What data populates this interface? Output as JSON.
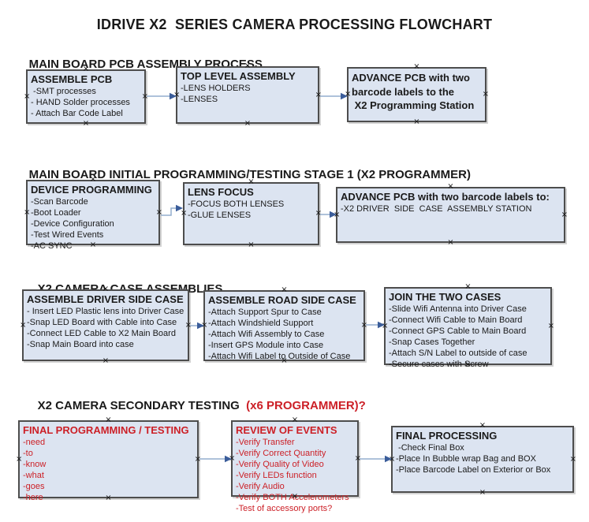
{
  "title": "IDRIVE X2  SERIES CAMERA PROCESSING FLOWCHART",
  "icons": {
    "anchor_glyph": "×"
  },
  "colors": {
    "box_fill": "#dce4f1",
    "box_border": "#4d4d4d",
    "arrow_line": "#94aecd",
    "arrow_head": "#3b5d9a",
    "red_text": "#cc2027",
    "text": "#1a1a1a",
    "background": "#ffffff"
  },
  "sections": [
    {
      "heading": "MAIN BOARD PCB ASSEMBLY PROCESS",
      "heading_red": "",
      "boxes": [
        {
          "title": "ASSEMBLE PCB",
          "items": [
            " -SMT processes",
            "- HAND Solder processes",
            "- Attach Bar Code Label"
          ]
        },
        {
          "title": "TOP LEVEL ASSEMBLY",
          "items": [
            "-LENS HOLDERS",
            "-LENSES"
          ]
        },
        {
          "title": "ADVANCE PCB with two\nbarcode labels to the\n X2 Programming Station",
          "items": []
        }
      ]
    },
    {
      "heading": "MAIN BOARD INITIAL PROGRAMMING/TESTING STAGE 1 (X2 PROGRAMMER)",
      "heading_red": "",
      "boxes": [
        {
          "title": "DEVICE PROGRAMMING",
          "items": [
            "-Scan Barcode",
            "-Boot Loader",
            "-Device Configuration",
            "-Test Wired Events",
            "-AC SYNC"
          ]
        },
        {
          "title": "LENS FOCUS",
          "items": [
            "-FOCUS BOTH LENSES",
            "-GLUE LENSES"
          ]
        },
        {
          "title": "ADVANCE PCB with two barcode labels to:",
          "items": [
            "-X2 DRIVER  SIDE  CASE  ASSEMBLY STATION"
          ]
        }
      ]
    },
    {
      "heading": "X2 CAMERA CASE ASSEMBLIES",
      "heading_red": "",
      "boxes": [
        {
          "title": "ASSEMBLE DRIVER SIDE CASE",
          "items": [
            "- Insert LED Plastic lens into Driver Case",
            "-Snap LED Board with Cable into Case",
            "-Connect LED Cable to X2 Main Board",
            "-Snap Main Board into case"
          ]
        },
        {
          "title": "ASSEMBLE ROAD SIDE CASE",
          "items": [
            "-Attach Support Spur to Case",
            "-Attach Windshield Support",
            "-Attach Wifi Assembly to Case",
            "-Insert GPS Module into Case",
            "-Attach Wifi Label to Outside of Case"
          ]
        },
        {
          "title": "JOIN THE TWO CASES",
          "items": [
            "-Slide Wifi Antenna into Driver Case",
            "-Connect Wifi Cable to Main Board",
            "-Connect GPS Cable to Main Board",
            "-Snap Cases Together",
            "-Attach S/N Label to outside of case",
            "-Secure cases with Screw"
          ]
        }
      ]
    },
    {
      "heading": "X2 CAMERA SECONDARY TESTING  ",
      "heading_red": "(x6 PROGRAMMER)?",
      "boxes": [
        {
          "title": "FINAL PROGRAMMING / TESTING",
          "items": [
            "-need",
            "-to",
            "-know",
            "-what",
            "-goes",
            "-here"
          ]
        },
        {
          "title": "REVIEW OF EVENTS",
          "items": [
            "-Verify Transfer",
            "-Verify Correct Quantity",
            "-Verify Quality of Video",
            "-Verify LEDs function",
            "-Verify Audio",
            "-Verify BOTH Accelerometers",
            "-Test of accessory ports?"
          ]
        },
        {
          "title": "FINAL PROCESSING",
          "items": [
            " -Check Final Box",
            "-Place In Bubble wrap Bag and BOX",
            "-Place Barcode Label on Exterior or Box"
          ]
        }
      ]
    }
  ]
}
